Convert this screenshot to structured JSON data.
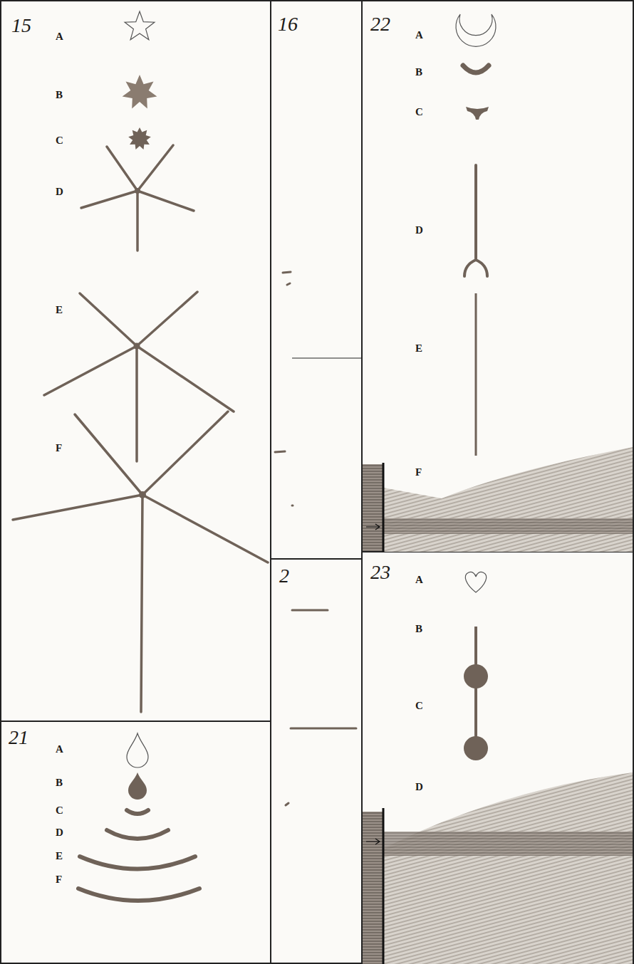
{
  "diagram": {
    "labels": [
      "15",
      "A",
      "B",
      "C",
      "D",
      "E",
      "F",
      "16",
      "22",
      "A",
      "B",
      "C",
      "D",
      "E",
      "F",
      "2",
      "23",
      "A",
      "B",
      "C",
      "D",
      "21",
      "A",
      "B",
      "C",
      "D",
      "E",
      "F"
    ]
  }
}
